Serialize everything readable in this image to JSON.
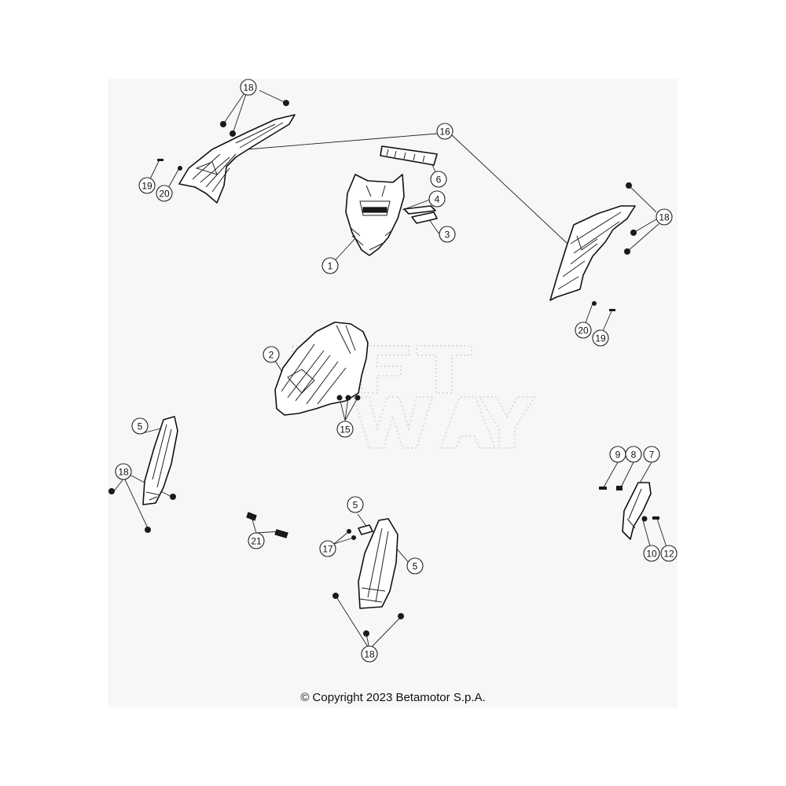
{
  "copyright": "© Copyright 2023 Betamotor S.p.A.",
  "watermark": "SOFT WAY",
  "callouts": [
    {
      "label": "18",
      "name": "callout-18-top-left"
    },
    {
      "label": "16",
      "name": "callout-16"
    },
    {
      "label": "6",
      "name": "callout-6"
    },
    {
      "label": "4",
      "name": "callout-4"
    },
    {
      "label": "3",
      "name": "callout-3"
    },
    {
      "label": "1",
      "name": "callout-1"
    },
    {
      "label": "19",
      "name": "callout-19-left"
    },
    {
      "label": "20",
      "name": "callout-20-left"
    },
    {
      "label": "18",
      "name": "callout-18-right"
    },
    {
      "label": "20",
      "name": "callout-20-right"
    },
    {
      "label": "19",
      "name": "callout-19-right"
    },
    {
      "label": "2",
      "name": "callout-2"
    },
    {
      "label": "15",
      "name": "callout-15"
    },
    {
      "label": "5",
      "name": "callout-5-left"
    },
    {
      "label": "18",
      "name": "callout-18-left-fork"
    },
    {
      "label": "21",
      "name": "callout-21"
    },
    {
      "label": "5",
      "name": "callout-5-center-top"
    },
    {
      "label": "17",
      "name": "callout-17"
    },
    {
      "label": "5",
      "name": "callout-5-center-right"
    },
    {
      "label": "18",
      "name": "callout-18-bottom"
    },
    {
      "label": "9",
      "name": "callout-9"
    },
    {
      "label": "8",
      "name": "callout-8"
    },
    {
      "label": "7",
      "name": "callout-7"
    },
    {
      "label": "10",
      "name": "callout-10"
    },
    {
      "label": "12",
      "name": "callout-12"
    }
  ]
}
